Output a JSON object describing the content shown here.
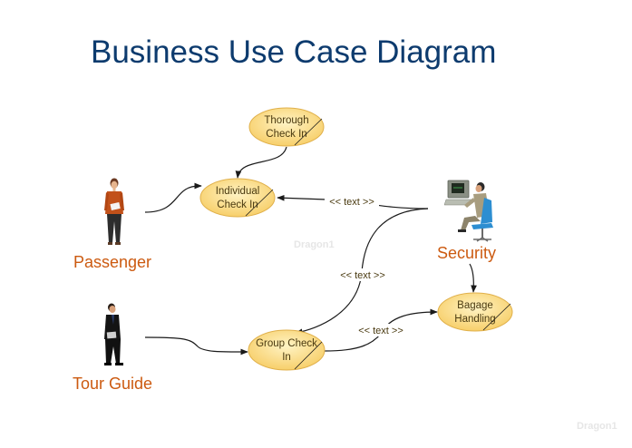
{
  "title": "Business Use Case Diagram",
  "actors": [
    {
      "id": "passenger",
      "label": "Passenger",
      "icon": "person-woman-icon"
    },
    {
      "id": "tour_guide",
      "label": "Tour Guide",
      "icon": "person-man-icon"
    },
    {
      "id": "security",
      "label": "Security",
      "icon": "computer-operator-icon"
    }
  ],
  "use_cases": [
    {
      "id": "thorough",
      "lines": [
        "Thorough",
        "Check In"
      ]
    },
    {
      "id": "individual",
      "lines": [
        "Individual",
        "Check In"
      ]
    },
    {
      "id": "group",
      "lines": [
        "Group Check",
        "In"
      ]
    },
    {
      "id": "bagage",
      "lines": [
        "Bagage",
        "Handling"
      ]
    }
  ],
  "edges": [
    {
      "from": "passenger",
      "to": "individual",
      "label": ""
    },
    {
      "from": "thorough",
      "to": "individual",
      "label": ""
    },
    {
      "from": "security",
      "to": "individual",
      "label": "<< text >>"
    },
    {
      "from": "security",
      "to": "group",
      "label": "<< text >>"
    },
    {
      "from": "tour_guide",
      "to": "group",
      "label": ""
    },
    {
      "from": "group",
      "to": "bagage",
      "label": "<< text >>"
    },
    {
      "from": "security",
      "to": "bagage",
      "label": ""
    }
  ],
  "colors": {
    "title": "#0d3b6e",
    "actor_label": "#cc5a10",
    "use_case_fill": "#fbd97a",
    "use_case_stroke": "#e0b04a",
    "edge": "#1a1a1a",
    "watermark": "#e6e6e6"
  },
  "watermarks": [
    "Dragon1",
    "Dragon1"
  ]
}
